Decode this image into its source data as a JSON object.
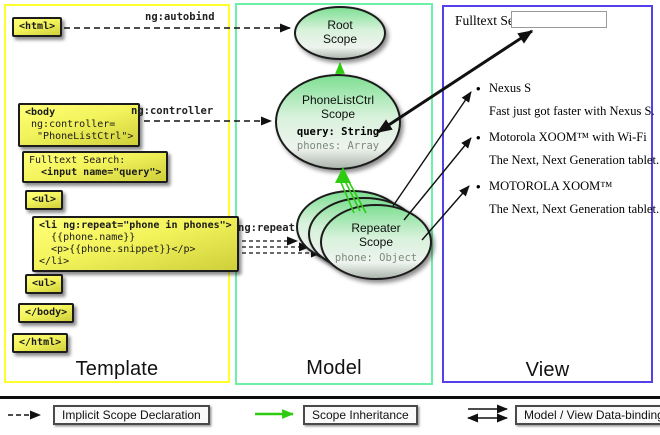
{
  "colors": {
    "template_border": "#ffff2e",
    "model_border": "#6df0a8",
    "view_border": "#5340e8",
    "code_box_top": "#ffff78",
    "code_box_bottom": "#cfcf3a",
    "scope_fill_top": "#7ddf92",
    "inheritance_green": "#2ecc11",
    "arrow_black": "#111111"
  },
  "template": {
    "label": "Template",
    "arrow_autobind": "ng:autobind",
    "arrow_controller": "ng:controller",
    "arrow_repeat": "ng:repeat",
    "boxes": {
      "html_open": {
        "l0": "<html>"
      },
      "body_open": {
        "l0": "<body",
        "l1": " ng:controller=",
        "l2": "  \"PhoneListCtrl\">"
      },
      "fulltext": {
        "l0": "Fulltext Search:",
        "l1": "  <input name=\"query\">"
      },
      "ul_open": {
        "l0": "<ul>"
      },
      "li_repeat": {
        "l0": "<li ng:repeat=\"phone in phones\">",
        "l1": "  {{phone.name}}",
        "l2": "  <p>{{phone.snippet}}</p>",
        "l3": "</li>"
      },
      "ul_open2": {
        "l0": "<ul>"
      },
      "body_close": {
        "l0": "</body>"
      },
      "html_close": {
        "l0": "</html>"
      }
    }
  },
  "model": {
    "label": "Model",
    "root_scope": {
      "title": "Root\nScope"
    },
    "phonelist_scope": {
      "title": "PhoneListCtrl\nScope",
      "prop_query": "query: String",
      "prop_phones": "phones: Array"
    },
    "repeater_scope": {
      "title": "Repeater\nScope",
      "prop_phone": "phone: Object"
    }
  },
  "view": {
    "label": "View",
    "search_label": "Fulltext Search:",
    "search_value": "",
    "bullet": "•",
    "items": [
      {
        "title": "Nexus S",
        "snippet": "Fast just got faster with Nexus S."
      },
      {
        "title": "Motorola XOOM™ with Wi-Fi",
        "snippet": "The Next, Next Generation tablet."
      },
      {
        "title": "MOTOROLA XOOM™",
        "snippet": "The Next, Next Generation tablet."
      }
    ]
  },
  "legend": {
    "implicit": "Implicit Scope Declaration",
    "inheritance": "Scope Inheritance",
    "binding": "Model / View Data-binding"
  }
}
